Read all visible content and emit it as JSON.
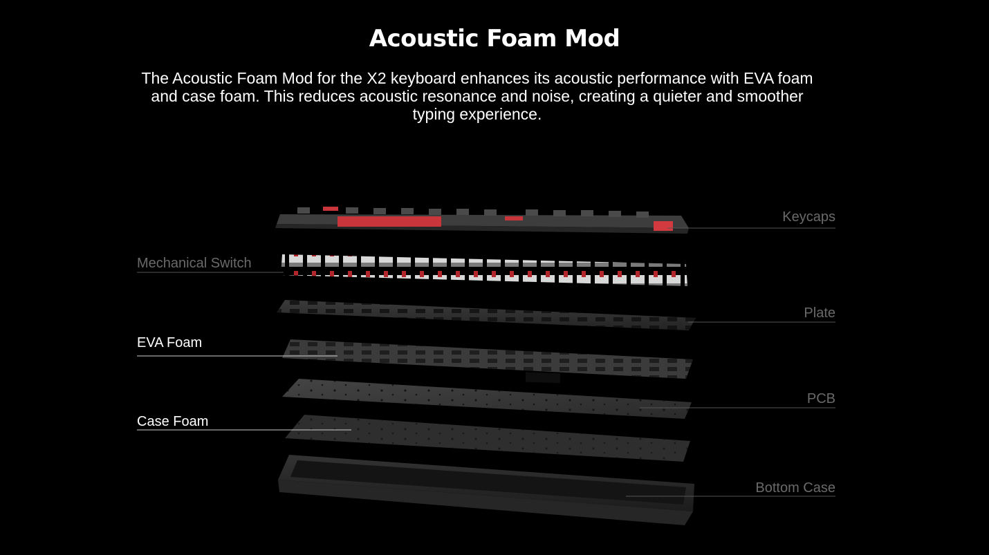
{
  "header": {
    "title": "Acoustic Foam Mod",
    "description": "The Acoustic Foam Mod for the X2 keyboard enhances its acoustic performance with EVA foam and case foam. This reduces acoustic resonance and noise, creating a quieter and smoother typing experience."
  },
  "layers": {
    "keycaps": "Keycaps",
    "switch": "Mechanical Switch",
    "plate": "Plate",
    "eva_foam": "EVA Foam",
    "pcb": "PCB",
    "case_foam": "Case Foam",
    "bottom_case": "Bottom Case"
  },
  "colors": {
    "background": "#000000",
    "accent_red": "#c8353a",
    "dim_label": "#6a6a6a",
    "highlight_label": "#ffffff"
  }
}
